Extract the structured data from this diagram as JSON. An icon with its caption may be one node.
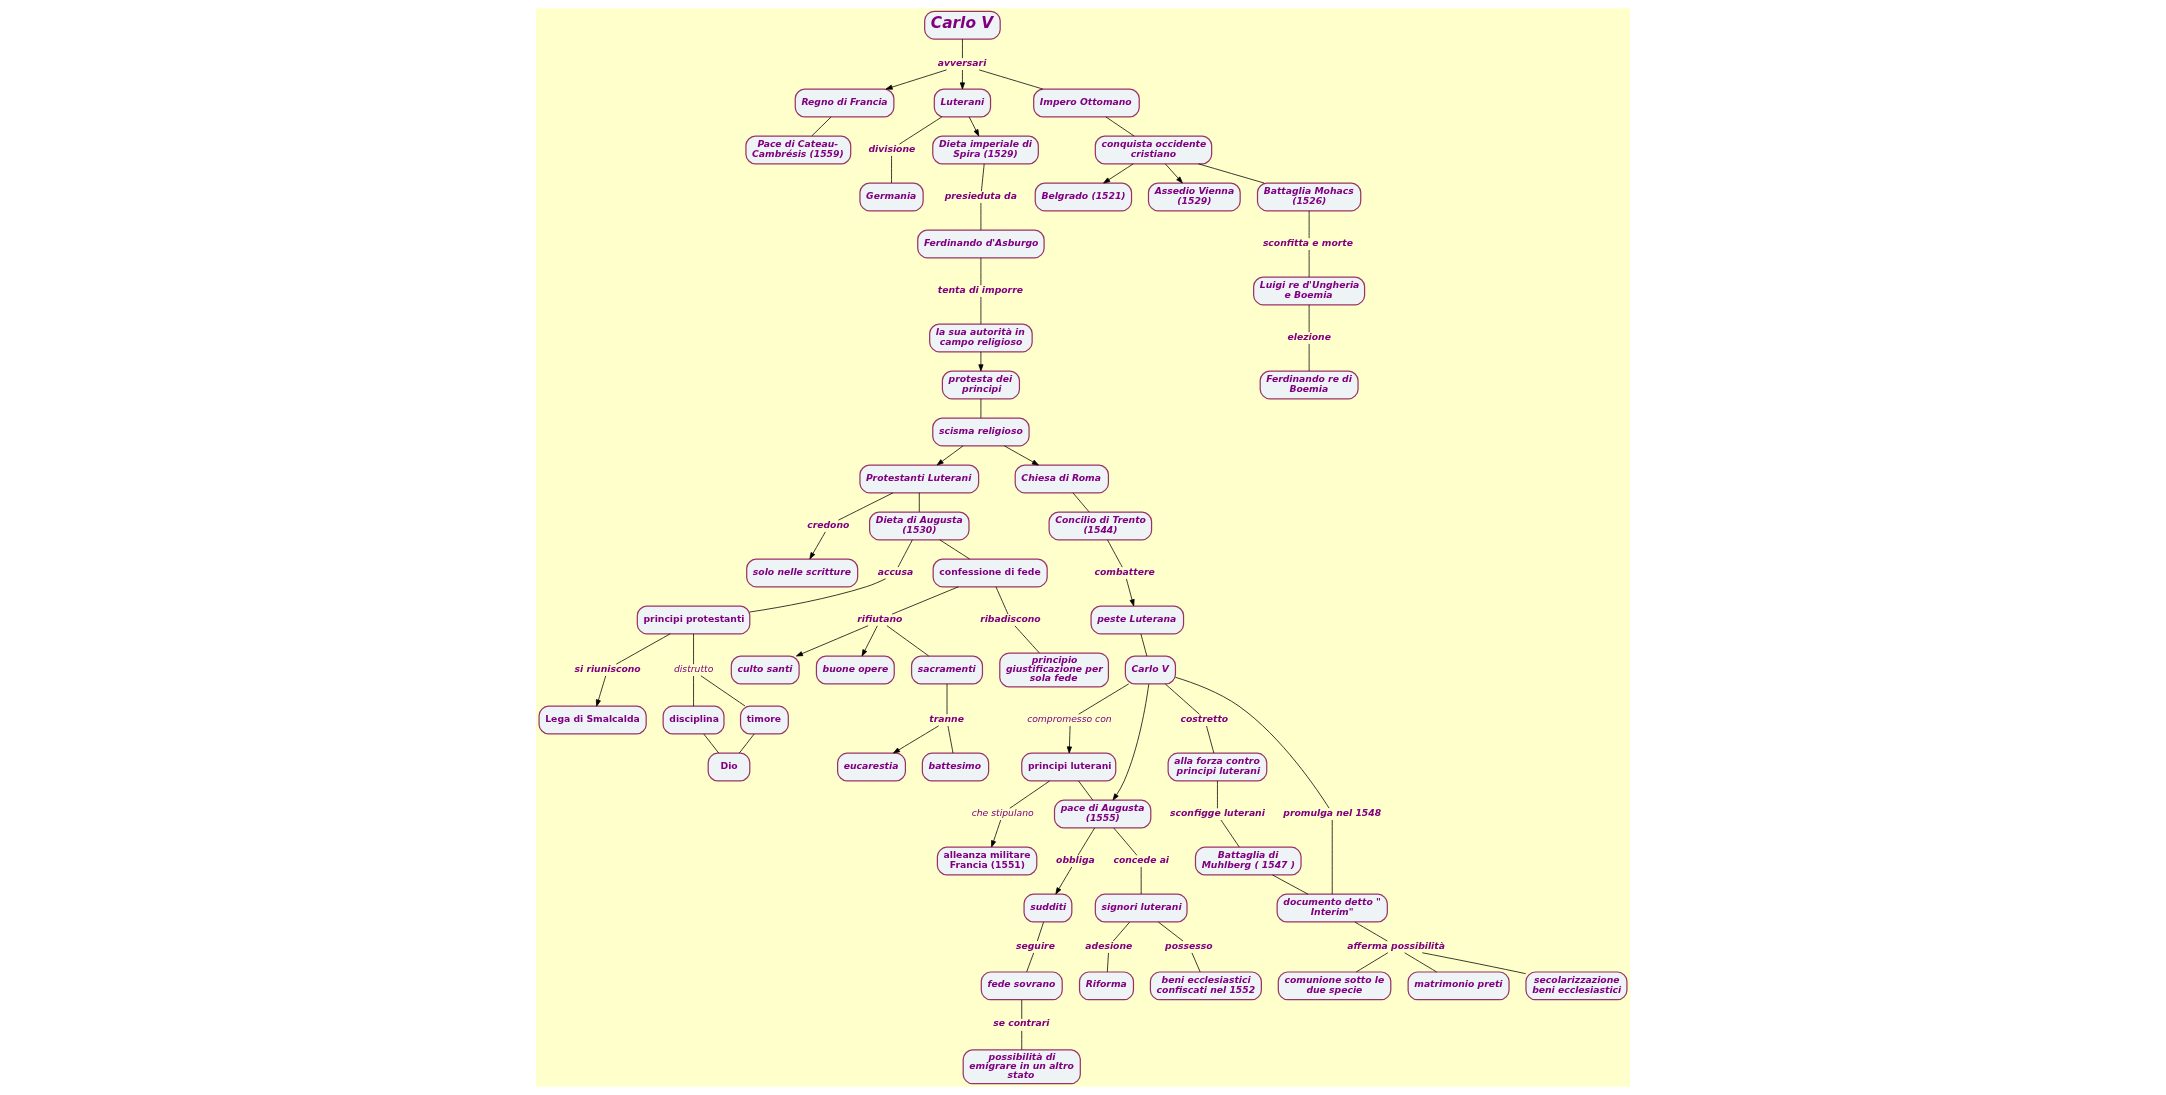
{
  "diagram": {
    "nodes": [
      {
        "text": [
          "Carlo V"
        ]
      },
      {
        "text": [
          "avversari"
        ]
      },
      {
        "text": [
          "Regno di Francia"
        ]
      },
      {
        "text": [
          "Luterani"
        ]
      },
      {
        "text": [
          "Pace di Cateau-Cambrésis (1559)"
        ]
      },
      {
        "text": [
          "Impero Ottomano"
        ]
      },
      {
        "text": [
          "conquista occidente cristiano"
        ]
      },
      {
        "text": [
          "Belgrado (1521)"
        ]
      },
      {
        "text": [
          "Assedio Vienna (1529)"
        ]
      },
      {
        "text": [
          "Battaglia Mohacs (1526)"
        ]
      },
      {
        "text": [
          "sconfitta e morte"
        ]
      },
      {
        "text": [
          "Luigi re d'Ungheria e Boemia"
        ]
      },
      {
        "text": [
          "elezione"
        ]
      },
      {
        "text": [
          "Ferdinando re di Boemia"
        ]
      },
      {
        "text": [
          "divisione"
        ]
      },
      {
        "text": [
          "Germania"
        ]
      },
      {
        "text": [
          "Dieta imperiale di Spira (1529)"
        ]
      },
      {
        "text": [
          "presieduta da"
        ]
      },
      {
        "text": [
          "Ferdinando d'Asburgo"
        ]
      },
      {
        "text": [
          "tenta di imporre"
        ]
      },
      {
        "text": [
          "la sua autorità in campo religioso"
        ]
      },
      {
        "text": [
          "protesta dei principi"
        ]
      },
      {
        "text": [
          "scisma religioso"
        ]
      },
      {
        "text": [
          "Protestanti Luterani"
        ]
      },
      {
        "text": [
          "credono"
        ]
      },
      {
        "text": [
          "solo nelle scritture"
        ]
      },
      {
        "text": [
          "Chiesa di Roma"
        ]
      },
      {
        "text": [
          "Concilio di Trento (1544)"
        ]
      },
      {
        "text": [
          "combattere"
        ]
      },
      {
        "text": [
          "peste Luterana"
        ]
      },
      {
        "text": [
          "Dieta di Augusta (1530)"
        ]
      },
      {
        "text": [
          "Lega di Smalcalda"
        ]
      },
      {
        "text": [
          "accusa"
        ]
      },
      {
        "text": [
          "si riuniscono"
        ]
      },
      {
        "text": [
          "principi protestanti"
        ]
      },
      {
        "text": [
          "distrutto"
        ]
      },
      {
        "text": [
          "disciplina"
        ]
      },
      {
        "text": [
          "timore"
        ]
      },
      {
        "text": [
          "Dio"
        ]
      },
      {
        "text": [
          "confessione di fede"
        ]
      },
      {
        "text": [
          "rifiutano"
        ]
      },
      {
        "text": [
          "culto santi"
        ]
      },
      {
        "text": [
          "buone opere"
        ]
      },
      {
        "text": [
          "sacramenti"
        ]
      },
      {
        "text": [
          "tranne"
        ]
      },
      {
        "text": [
          "eucarestia"
        ]
      },
      {
        "text": [
          "battesimo"
        ]
      },
      {
        "text": [
          "ribadiscono"
        ]
      },
      {
        "text": [
          "principio giustificazione per sola fede"
        ]
      },
      {
        "text": [
          "Carlo V"
        ]
      },
      {
        "text": [
          "compromesso con"
        ]
      },
      {
        "text": [
          "principi luterani"
        ]
      },
      {
        "text": [
          "che stipulano"
        ]
      },
      {
        "text": [
          "alleanza militare Francia (1551)"
        ]
      },
      {
        "text": [
          "pace di Augusta (1555)"
        ]
      },
      {
        "text": [
          "obbliga"
        ]
      },
      {
        "text": [
          "sudditi"
        ]
      },
      {
        "text": [
          "seguire"
        ]
      },
      {
        "text": [
          "fede sovrano"
        ]
      },
      {
        "text": [
          "se contrari"
        ]
      },
      {
        "text": [
          "possibilità di emigrare in un altro stato"
        ]
      },
      {
        "text": [
          "concede ai"
        ]
      },
      {
        "text": [
          "signori luterani"
        ]
      },
      {
        "text": [
          "adesione"
        ]
      },
      {
        "text": [
          "possesso"
        ]
      },
      {
        "text": [
          "Riforma"
        ]
      },
      {
        "text": [
          "beni ecclesiastici confiscati nel 1552"
        ]
      },
      {
        "text": [
          "costretto"
        ]
      },
      {
        "text": [
          "alla forza contro principi luterani"
        ]
      },
      {
        "text": [
          "sconfigge luterani"
        ]
      },
      {
        "text": [
          "Battaglia di Muhlberg ( 1547 )"
        ]
      },
      {
        "text": [
          "promulga nel 1548"
        ]
      },
      {
        "text": [
          "documento detto \" Interim\""
        ]
      },
      {
        "text": [
          "afferma possibilità"
        ]
      },
      {
        "text": [
          "comunione sotto le due specie"
        ]
      },
      {
        "text": [
          "matrimonio preti"
        ]
      },
      {
        "text": [
          "secolarizzazione beni ecclesiastici"
        ]
      }
    ],
    "edges": [
      {
        "from": 0,
        "to": 1,
        "arrow": "none"
      },
      {
        "from": 1,
        "to": 2,
        "arrow": "to"
      },
      {
        "from": 1,
        "to": 3,
        "arrow": "to"
      },
      {
        "from": 2,
        "to": 4,
        "arrow": "none"
      },
      {
        "from": 1,
        "to": 5,
        "arrow": "none"
      },
      {
        "from": 5,
        "to": 6,
        "arrow": "none"
      },
      {
        "from": 6,
        "to": 7,
        "arrow": "to"
      },
      {
        "from": 6,
        "to": 8,
        "arrow": "to"
      },
      {
        "from": 6,
        "to": 9,
        "arrow": "none"
      },
      {
        "from": 9,
        "to": 10,
        "arrow": "none"
      },
      {
        "from": 10,
        "to": 11,
        "arrow": "none"
      },
      {
        "from": 11,
        "to": 12,
        "arrow": "none"
      },
      {
        "from": 12,
        "to": 13,
        "arrow": "none"
      },
      {
        "from": 3,
        "to": 14,
        "arrow": "none"
      },
      {
        "from": 14,
        "to": 15,
        "arrow": "none"
      },
      {
        "from": 3,
        "to": 16,
        "arrow": "to"
      },
      {
        "from": 16,
        "to": 17,
        "arrow": "none"
      },
      {
        "from": 17,
        "to": 18,
        "arrow": "none"
      },
      {
        "from": 18,
        "to": 19,
        "arrow": "none"
      },
      {
        "from": 19,
        "to": 20,
        "arrow": "none"
      },
      {
        "from": 20,
        "to": 21,
        "arrow": "to"
      },
      {
        "from": 21,
        "to": 22,
        "arrow": "none"
      },
      {
        "from": 22,
        "to": 23,
        "arrow": "to"
      },
      {
        "from": 22,
        "to": 26,
        "arrow": "to"
      },
      {
        "from": 23,
        "to": 24,
        "arrow": "none"
      },
      {
        "from": 24,
        "to": 25,
        "arrow": "to"
      },
      {
        "from": 26,
        "to": 27,
        "arrow": "none"
      },
      {
        "from": 27,
        "to": 28,
        "arrow": "none"
      },
      {
        "from": 28,
        "to": 29,
        "arrow": "to"
      },
      {
        "from": 29,
        "to": 49,
        "arrow": "none"
      },
      {
        "from": 23,
        "to": 30,
        "arrow": "none"
      },
      {
        "from": 30,
        "to": 39,
        "arrow": "none"
      },
      {
        "from": 30,
        "to": 32,
        "arrow": "none"
      },
      {
        "from": 32,
        "to": 34,
        "arrow": "none"
      },
      {
        "from": 34,
        "to": 33,
        "arrow": "none"
      },
      {
        "from": 33,
        "to": 31,
        "arrow": "to"
      },
      {
        "from": 34,
        "to": 35,
        "arrow": "none"
      },
      {
        "from": 35,
        "to": 36,
        "arrow": "none"
      },
      {
        "from": 35,
        "to": 37,
        "arrow": "none"
      },
      {
        "from": 36,
        "to": 38,
        "arrow": "none"
      },
      {
        "from": 37,
        "to": 38,
        "arrow": "none"
      },
      {
        "from": 39,
        "to": 40,
        "arrow": "none"
      },
      {
        "from": 40,
        "to": 41,
        "arrow": "to"
      },
      {
        "from": 40,
        "to": 42,
        "arrow": "to"
      },
      {
        "from": 40,
        "to": 43,
        "arrow": "none"
      },
      {
        "from": 43,
        "to": 44,
        "arrow": "none"
      },
      {
        "from": 44,
        "to": 45,
        "arrow": "to"
      },
      {
        "from": 44,
        "to": 46,
        "arrow": "none"
      },
      {
        "from": 39,
        "to": 47,
        "arrow": "none"
      },
      {
        "from": 47,
        "to": 48,
        "arrow": "none"
      },
      {
        "from": 49,
        "to": 50,
        "arrow": "none"
      },
      {
        "from": 50,
        "to": 51,
        "arrow": "to"
      },
      {
        "from": 49,
        "to": 54,
        "arrow": "to"
      },
      {
        "from": 51,
        "to": 52,
        "arrow": "none"
      },
      {
        "from": 52,
        "to": 53,
        "arrow": "to"
      },
      {
        "from": 51,
        "to": 54,
        "arrow": "none"
      },
      {
        "from": 54,
        "to": 55,
        "arrow": "none"
      },
      {
        "from": 55,
        "to": 56,
        "arrow": "to"
      },
      {
        "from": 56,
        "to": 57,
        "arrow": "none"
      },
      {
        "from": 57,
        "to": 58,
        "arrow": "none"
      },
      {
        "from": 58,
        "to": 59,
        "arrow": "none"
      },
      {
        "from": 59,
        "to": 60,
        "arrow": "none"
      },
      {
        "from": 54,
        "to": 61,
        "arrow": "none"
      },
      {
        "from": 61,
        "to": 62,
        "arrow": "none"
      },
      {
        "from": 62,
        "to": 63,
        "arrow": "none"
      },
      {
        "from": 63,
        "to": 65,
        "arrow": "none"
      },
      {
        "from": 62,
        "to": 64,
        "arrow": "none"
      },
      {
        "from": 64,
        "to": 66,
        "arrow": "none"
      },
      {
        "from": 49,
        "to": 67,
        "arrow": "none"
      },
      {
        "from": 67,
        "to": 68,
        "arrow": "none"
      },
      {
        "from": 68,
        "to": 69,
        "arrow": "none"
      },
      {
        "from": 69,
        "to": 70,
        "arrow": "none"
      },
      {
        "from": 70,
        "to": 72,
        "arrow": "none"
      },
      {
        "from": 49,
        "to": 71,
        "arrow": "none"
      },
      {
        "from": 71,
        "to": 72,
        "arrow": "none"
      },
      {
        "from": 72,
        "to": 73,
        "arrow": "none"
      },
      {
        "from": 73,
        "to": 74,
        "arrow": "none"
      },
      {
        "from": 73,
        "to": 75,
        "arrow": "none"
      },
      {
        "from": 73,
        "to": 76,
        "arrow": "none"
      }
    ]
  }
}
